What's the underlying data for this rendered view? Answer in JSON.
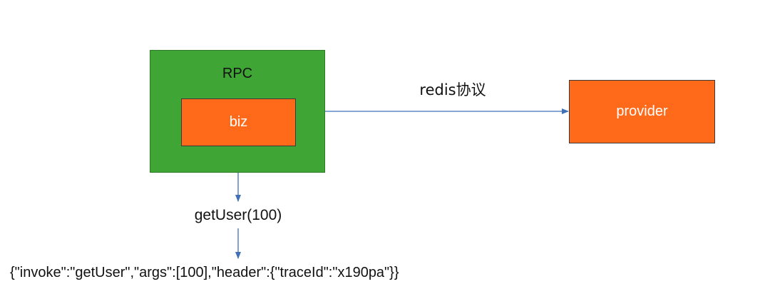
{
  "nodes": {
    "rpc": {
      "label": "RPC",
      "color": "#3fa535"
    },
    "biz": {
      "label": "biz",
      "color": "#fe6a1a"
    },
    "provider": {
      "label": "provider",
      "color": "#fe6a1a"
    }
  },
  "edges": {
    "rpc_to_provider": {
      "label": "redis协议"
    },
    "biz_to_call": {},
    "call_to_payload": {}
  },
  "call": {
    "text": "getUser(100)"
  },
  "payload": {
    "text": "{\"invoke\":\"getUser\",\"args\":[100],\"header\":{\"traceId\":\"x190pa\"}}"
  },
  "colors": {
    "arrow": "#3f6fb6"
  }
}
